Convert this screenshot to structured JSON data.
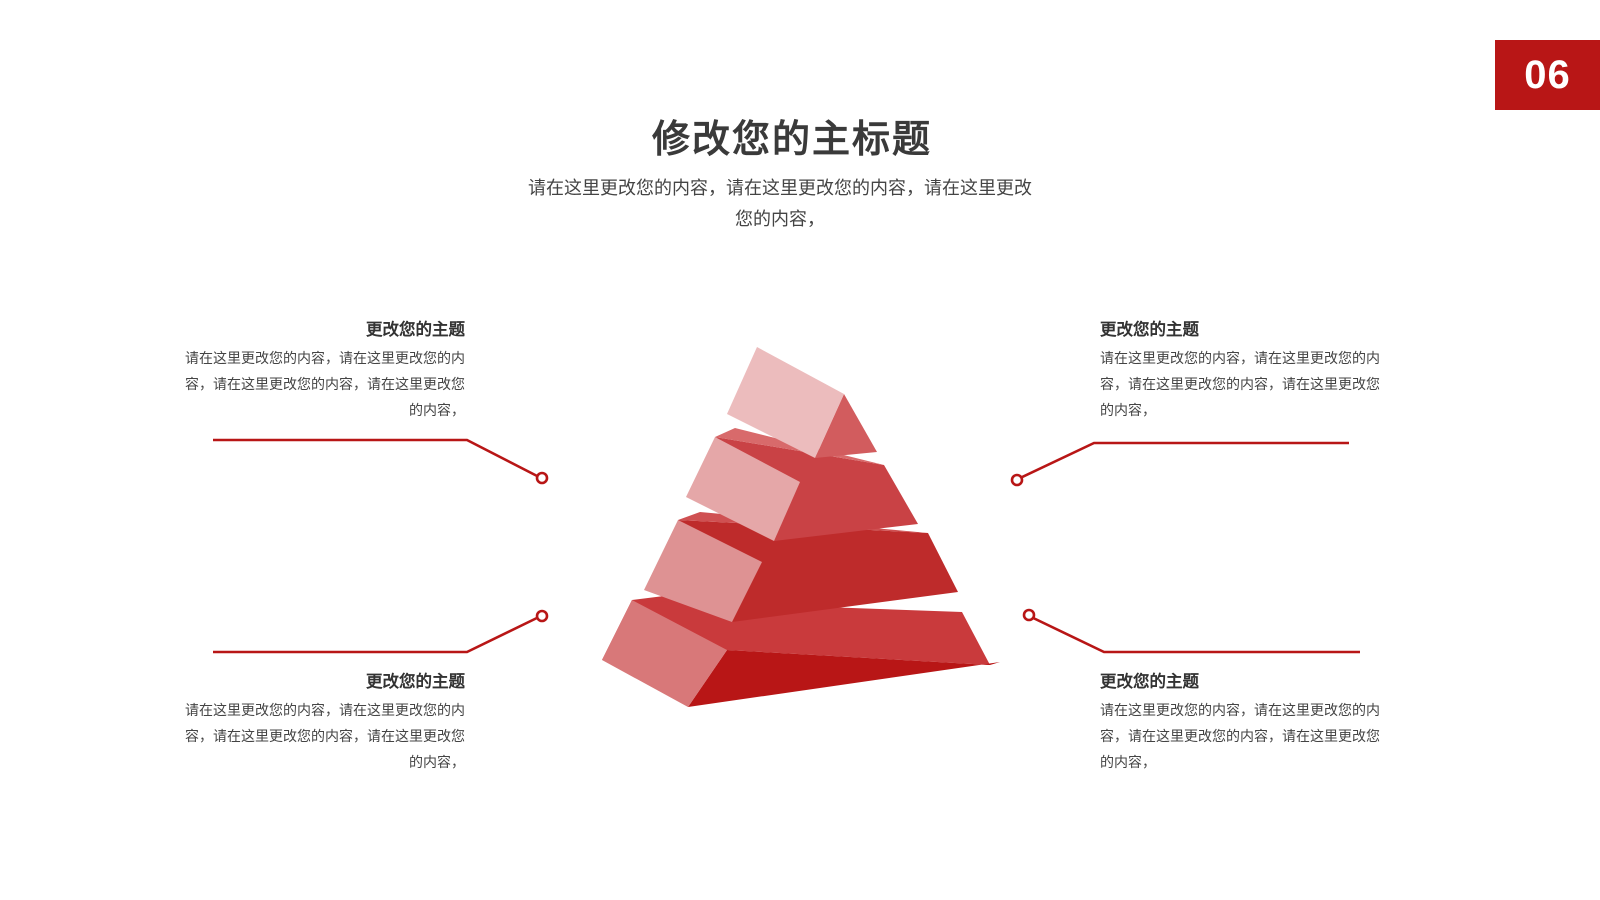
{
  "page_number": "06",
  "title": "修改您的主标题",
  "subtitle_line1": "请在这里更改您的内容，请在这里更改您的内容，请在这里更改",
  "subtitle_line2": "您的内容，",
  "colors": {
    "accent": "#b81616",
    "tier_front": [
      "#d25c5e",
      "#c94245",
      "#be2b2b",
      "#b81616"
    ],
    "tier_side": [
      "#ecbcbd",
      "#e5a7a8",
      "#de9293",
      "#d87879"
    ]
  },
  "items": [
    {
      "heading": "更改您的主题",
      "line1": "请在这里更改您的内容，请在这里更改您的内",
      "line2": "容，请在这里更改您的内容，请在这里更改您",
      "line3": "的内容，"
    },
    {
      "heading": "更改您的主题",
      "line1": "请在这里更改您的内容，请在这里更改您的内",
      "line2": "容，请在这里更改您的内容，请在这里更改您",
      "line3": "的内容，"
    },
    {
      "heading": "更改您的主题",
      "line1": "请在这里更改您的内容，请在这里更改您的内",
      "line2": "容，请在这里更改您的内容，请在这里更改您",
      "line3": "的内容，"
    },
    {
      "heading": "更改您的主题",
      "line1": "请在这里更改您的内容，请在这里更改您的内",
      "line2": "容，请在这里更改您的内容，请在这里更改您",
      "line3": "的内容，"
    }
  ]
}
